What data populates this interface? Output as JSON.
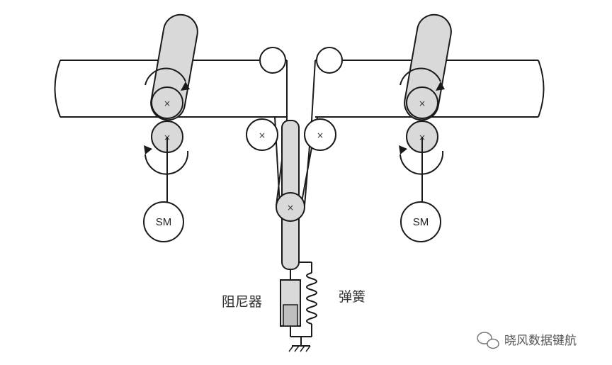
{
  "labels": {
    "motor_left": "SM",
    "motor_right": "SM",
    "damper": "阻尼器",
    "spring": "弹簧"
  },
  "watermark": {
    "text": "晓风数据键航",
    "icon": "wechat-icon"
  },
  "colors": {
    "line": "#1a1a1a",
    "roller_fill": "#d9d9d9",
    "background": "#ffffff"
  }
}
